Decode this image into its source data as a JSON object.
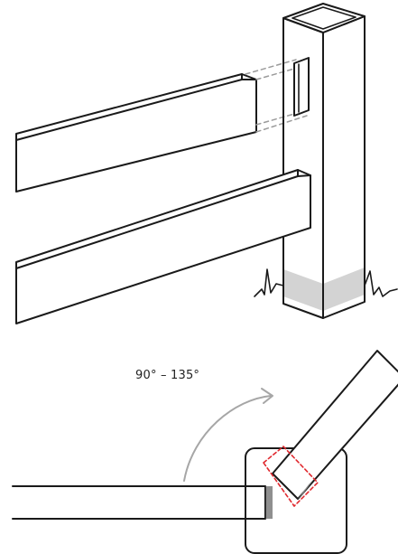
{
  "angle_label": "90° – 135°",
  "colors": {
    "stroke": "#1a1a1a",
    "guide_dash": "#9b9b9b",
    "arrow": "#a6a6a6",
    "ground_fill": "#d3d3d3",
    "notch_fill": "#8f8f8f",
    "highlight_dash": "#e0282e"
  },
  "parts": {
    "upper_view": [
      "fence-post",
      "post-cap",
      "rail-mortise",
      "top-rail",
      "lower-rail",
      "ground-line"
    ],
    "lower_view": [
      "post-top-view",
      "straight-rail",
      "angled-rail",
      "angle-arrow"
    ]
  }
}
